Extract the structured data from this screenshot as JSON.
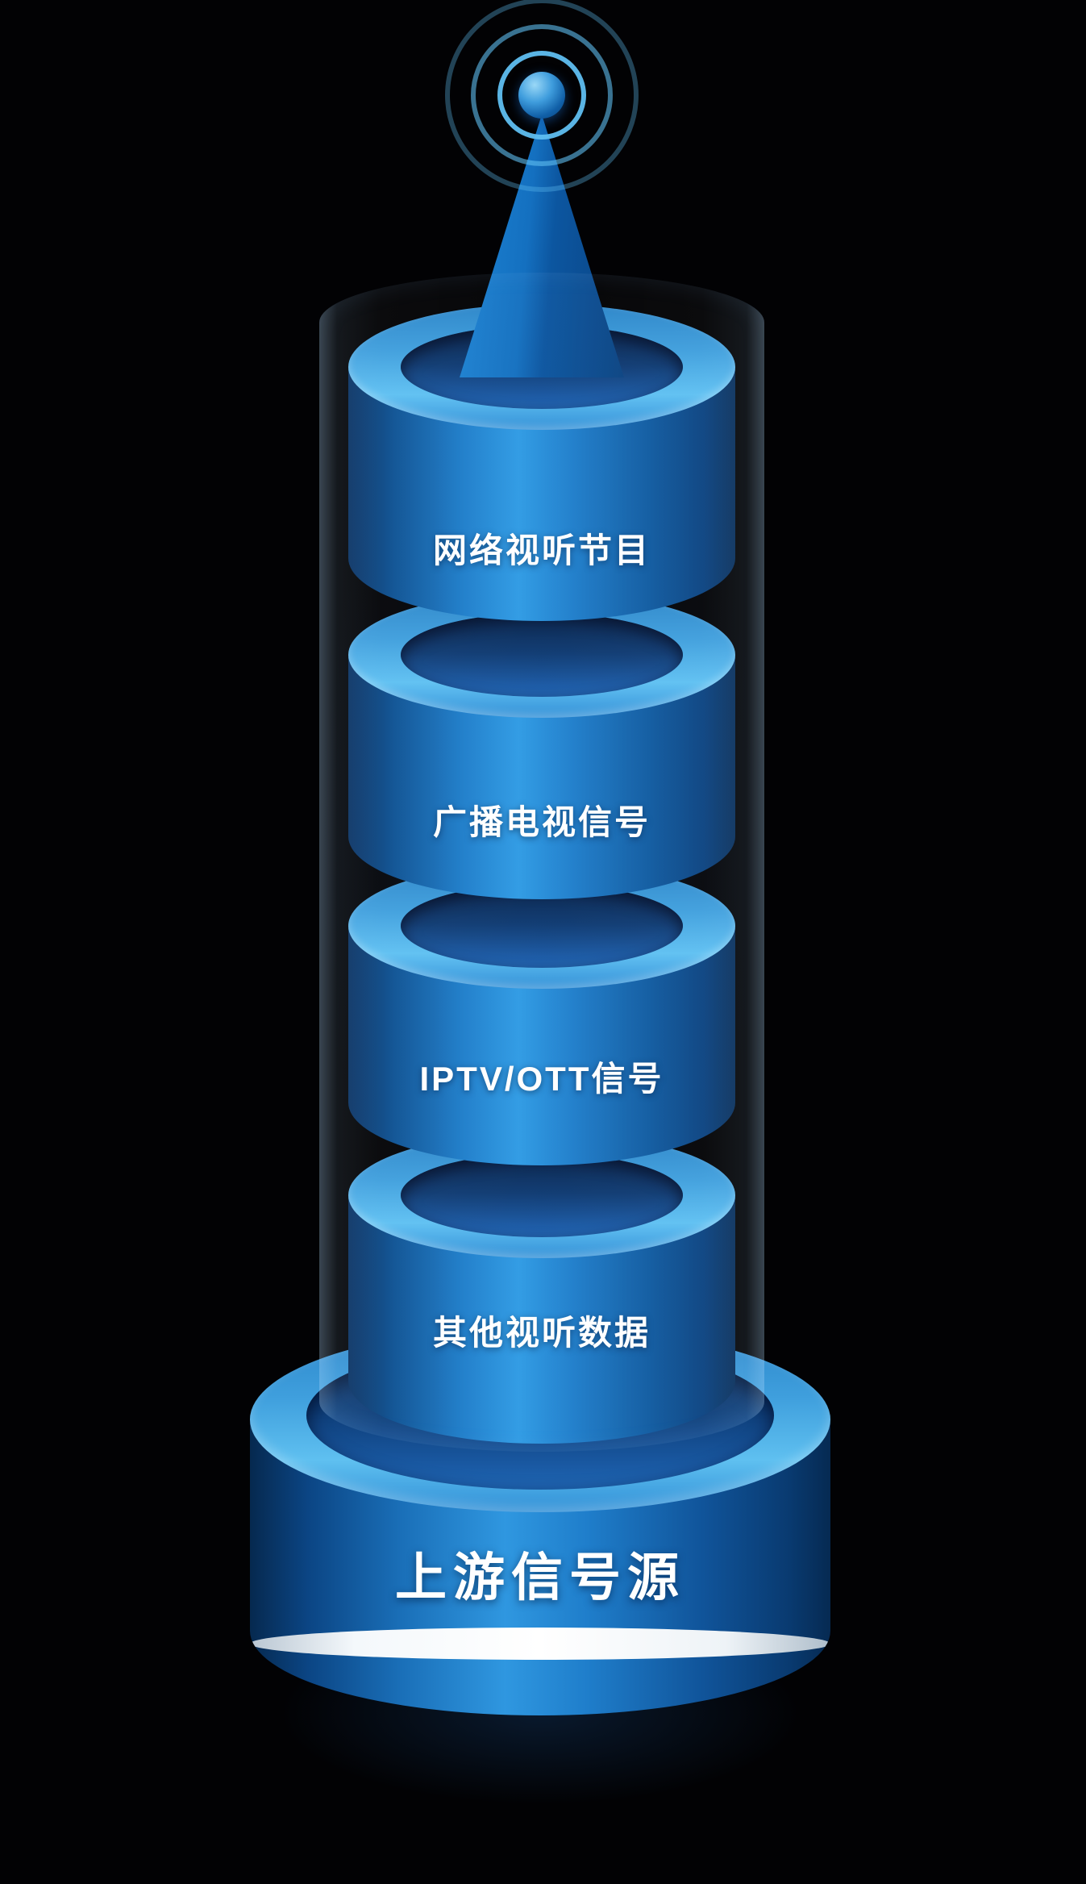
{
  "scene": {
    "background": "#020204"
  },
  "antenna": {
    "name": "broadcast-antenna"
  },
  "tower": {
    "layers": [
      {
        "label": "网络视听节目"
      },
      {
        "label": "广播电视信号"
      },
      {
        "label": "IPTV/OTT信号"
      },
      {
        "label": "其他视听数据"
      }
    ]
  },
  "base": {
    "label": "上游信号源"
  },
  "colors": {
    "cylinder_bright": "#2f9be4",
    "cylinder_dark": "#072f60",
    "top_surface": "#5ec0f2",
    "recess": "#0e3a72",
    "ring_wave": "#5fbef0",
    "stripe": "#ffffff",
    "text": "#ffffff"
  }
}
